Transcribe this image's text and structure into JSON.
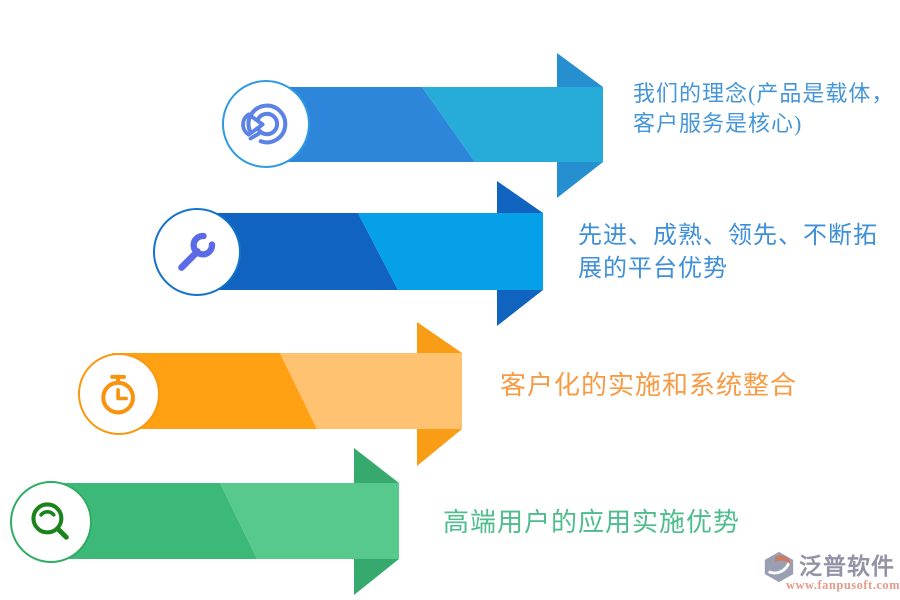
{
  "page": {
    "background": "#ffffff"
  },
  "rows": [
    {
      "label": "我们的理念(产品是载体，客户服务是核心)",
      "icon": "pie-chart-icon",
      "color_left": "#2E86DA",
      "color_right": "#27ABD8",
      "fold_color": "#268FCF",
      "circle_border": "#2F9AE2",
      "icon_color": "#5B82E4",
      "label_color": "#4496D8"
    },
    {
      "label": "先进、成熟、领先、不断拓展的平台优势",
      "icon": "wrench-icon",
      "color_left": "#1064C0",
      "color_right": "#06A0E8",
      "fold_color": "#1064C0",
      "circle_border": "#1272CC",
      "icon_color": "#5B6BE8",
      "label_color": "#3E8FD8"
    },
    {
      "label": "客户化的实施和系统整合",
      "icon": "stopwatch-icon",
      "color_left": "#FFA112",
      "color_right": "#FFC270",
      "fold_color": "#F99D17",
      "circle_border": "#F9980E",
      "icon_color": "#F9920E",
      "label_color": "#F79B45"
    },
    {
      "label": "高端用户的应用实施优势",
      "icon": "search-icon",
      "color_left": "#3CB878",
      "color_right": "#57C98D",
      "fold_color": "#36AA6E",
      "circle_border": "#2EAD62",
      "icon_color": "#1B831B",
      "label_color": "#4DBD8C"
    }
  ],
  "logo": {
    "name": "泛普软件",
    "url": "www.fanpusoft.com",
    "name_color": "#9393A5",
    "url_color": "#E59A8A",
    "icon_gray": "#99A0B3",
    "icon_accent": "#CD7A63"
  }
}
